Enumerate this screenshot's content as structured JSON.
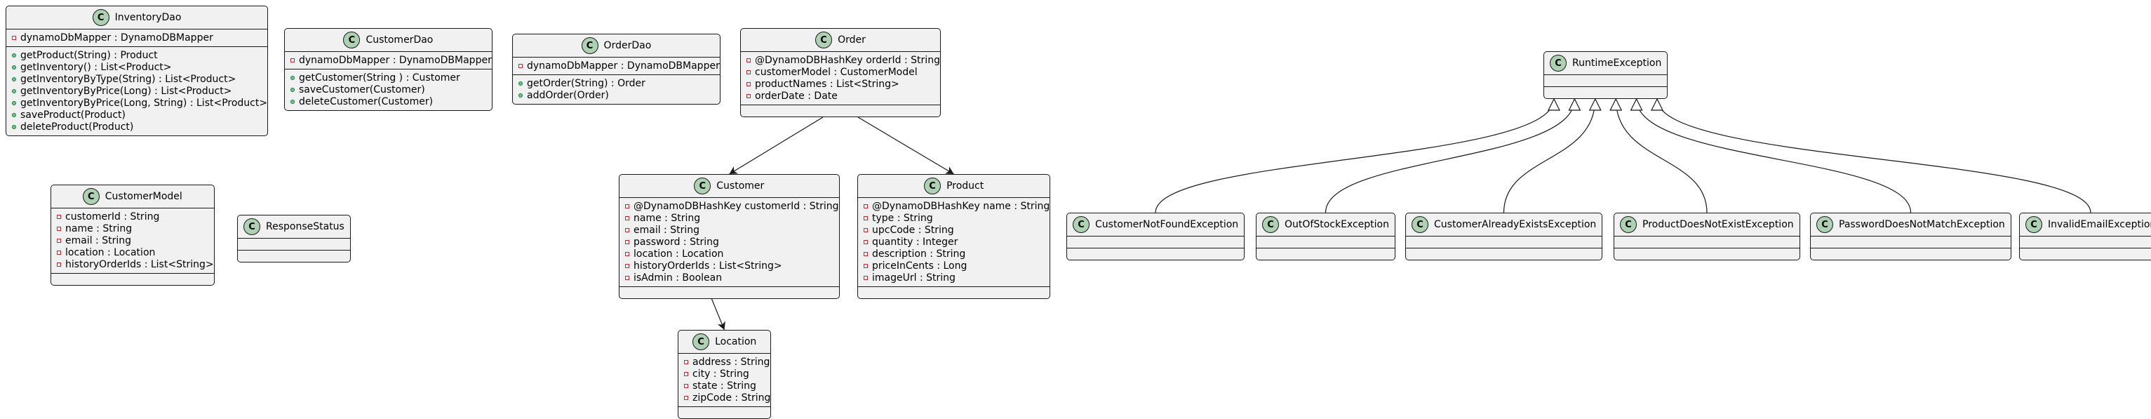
{
  "classes": [
    {
      "id": "InventoryDao",
      "name": "InventoryDao",
      "stereotype": "C",
      "fields": [
        {
          "vis": "private",
          "text": "dynamoDbMapper : DynamoDBMapper"
        }
      ],
      "methods": [
        {
          "vis": "public",
          "text": "getProduct(String) : Product"
        },
        {
          "vis": "public",
          "text": "getInventory() : List<Product>"
        },
        {
          "vis": "public",
          "text": "getInventoryByType(String) : List<Product>"
        },
        {
          "vis": "public",
          "text": "getInventoryByPrice(Long) : List<Product>"
        },
        {
          "vis": "public",
          "text": "getInventoryByPrice(Long, String) : List<Product>"
        },
        {
          "vis": "public",
          "text": "saveProduct(Product)"
        },
        {
          "vis": "public",
          "text": "deleteProduct(Product)"
        }
      ]
    },
    {
      "id": "CustomerDao",
      "name": "CustomerDao",
      "stereotype": "C",
      "fields": [
        {
          "vis": "private",
          "text": "dynamoDbMapper : DynamoDBMapper"
        }
      ],
      "methods": [
        {
          "vis": "public",
          "text": "getCustomer(String ) : Customer"
        },
        {
          "vis": "public",
          "text": "saveCustomer(Customer)"
        },
        {
          "vis": "public",
          "text": "deleteCustomer(Customer)"
        }
      ]
    },
    {
      "id": "OrderDao",
      "name": "OrderDao",
      "stereotype": "C",
      "fields": [
        {
          "vis": "private",
          "text": "dynamoDbMapper : DynamoDBMapper"
        }
      ],
      "methods": [
        {
          "vis": "public",
          "text": "getOrder(String) : Order"
        },
        {
          "vis": "public",
          "text": "addOrder(Order)"
        }
      ]
    },
    {
      "id": "Order",
      "name": "Order",
      "stereotype": "C",
      "fields": [
        {
          "vis": "private",
          "text": "@DynamoDBHashKey orderId : String"
        },
        {
          "vis": "private",
          "text": "customerModel : CustomerModel"
        },
        {
          "vis": "private",
          "text": "productNames : List<String>"
        },
        {
          "vis": "private",
          "text": "orderDate : Date"
        }
      ],
      "methods": []
    },
    {
      "id": "CustomerModel",
      "name": "CustomerModel",
      "stereotype": "C",
      "fields": [
        {
          "vis": "private",
          "text": "customerId : String"
        },
        {
          "vis": "private",
          "text": "name : String"
        },
        {
          "vis": "private",
          "text": "email : String"
        },
        {
          "vis": "private",
          "text": "location : Location"
        },
        {
          "vis": "private",
          "text": "historyOrderIds : List<String>"
        }
      ],
      "methods": []
    },
    {
      "id": "ResponseStatus",
      "name": "ResponseStatus",
      "stereotype": "C",
      "fields": [],
      "methods": []
    },
    {
      "id": "Customer",
      "name": "Customer",
      "stereotype": "C",
      "fields": [
        {
          "vis": "private",
          "text": "@DynamoDBHashKey customerId : String"
        },
        {
          "vis": "private",
          "text": "name : String"
        },
        {
          "vis": "private",
          "text": "email : String"
        },
        {
          "vis": "private",
          "text": "password : String"
        },
        {
          "vis": "private",
          "text": "location : Location"
        },
        {
          "vis": "private",
          "text": "historyOrderIds : List<String>"
        },
        {
          "vis": "private",
          "text": "isAdmin : Boolean"
        }
      ],
      "methods": []
    },
    {
      "id": "Product",
      "name": "Product",
      "stereotype": "C",
      "fields": [
        {
          "vis": "private",
          "text": "@DynamoDBHashKey name : String"
        },
        {
          "vis": "private",
          "text": "type : String"
        },
        {
          "vis": "private",
          "text": "upcCode : String"
        },
        {
          "vis": "private",
          "text": "quantity : Integer"
        },
        {
          "vis": "private",
          "text": "description : String"
        },
        {
          "vis": "private",
          "text": "priceInCents : Long"
        },
        {
          "vis": "private",
          "text": "imageUrl : String"
        }
      ],
      "methods": []
    },
    {
      "id": "Location",
      "name": "Location",
      "stereotype": "C",
      "fields": [
        {
          "vis": "private",
          "text": "address : String"
        },
        {
          "vis": "private",
          "text": "city : String"
        },
        {
          "vis": "private",
          "text": "state : String"
        },
        {
          "vis": "private",
          "text": "zipCode : String"
        }
      ],
      "methods": []
    },
    {
      "id": "RuntimeException",
      "name": "RuntimeException",
      "stereotype": "C",
      "fields": [],
      "methods": []
    },
    {
      "id": "CustomerNotFoundException",
      "name": "CustomerNotFoundException",
      "stereotype": "C",
      "fields": [],
      "methods": []
    },
    {
      "id": "OutOfStockException",
      "name": "OutOfStockException",
      "stereotype": "C",
      "fields": [],
      "methods": []
    },
    {
      "id": "CustomerAlreadyExistsException",
      "name": "CustomerAlreadyExistsException",
      "stereotype": "C",
      "fields": [],
      "methods": []
    },
    {
      "id": "ProductDoesNotExistException",
      "name": "ProductDoesNotExistException",
      "stereotype": "C",
      "fields": [],
      "methods": []
    },
    {
      "id": "PasswordDoesNotMatchException",
      "name": "PasswordDoesNotMatchException",
      "stereotype": "C",
      "fields": [],
      "methods": []
    },
    {
      "id": "InvalidEmailException",
      "name": "InvalidEmailException",
      "stereotype": "C",
      "fields": [],
      "methods": []
    }
  ],
  "relations": [
    {
      "from": "Order",
      "to": "Customer",
      "type": "association"
    },
    {
      "from": "Order",
      "to": "Product",
      "type": "association"
    },
    {
      "from": "Customer",
      "to": "Location",
      "type": "association"
    },
    {
      "from": "CustomerNotFoundException",
      "to": "RuntimeException",
      "type": "inheritance"
    },
    {
      "from": "OutOfStockException",
      "to": "RuntimeException",
      "type": "inheritance"
    },
    {
      "from": "CustomerAlreadyExistsException",
      "to": "RuntimeException",
      "type": "inheritance"
    },
    {
      "from": "ProductDoesNotExistException",
      "to": "RuntimeException",
      "type": "inheritance"
    },
    {
      "from": "PasswordDoesNotMatchException",
      "to": "RuntimeException",
      "type": "inheritance"
    },
    {
      "from": "InvalidEmailException",
      "to": "RuntimeException",
      "type": "inheritance"
    }
  ],
  "colors": {
    "class_fill": "#f1f1f1",
    "border": "#181818",
    "badge": "#add1b2",
    "private_marker": "#c82930",
    "public_marker": "#84be84"
  }
}
